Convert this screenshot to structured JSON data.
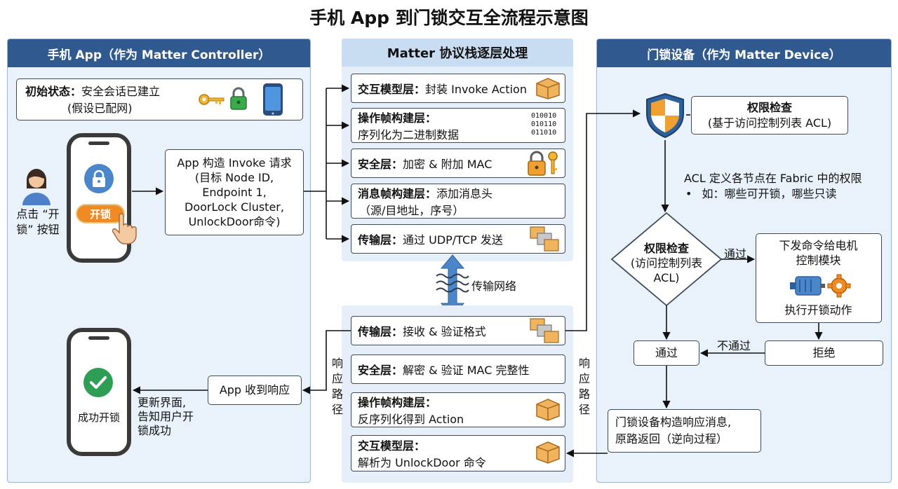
{
  "title": "手机 App 到门锁交互全流程示意图",
  "left_panel": {
    "header": "手机 App（作为 Matter Controller）",
    "initial_state_label": "初始状态：",
    "initial_state_text": "安全会话已建立",
    "initial_state_note": "(假设已配网)",
    "user_caption_1": "点击 “开",
    "user_caption_2": "锁” 按钮",
    "unlock_button": "开锁",
    "invoke_lines": [
      "App 构造 Invoke 请求",
      "(目标 Node ID,",
      "Endpoint 1,",
      "DoorLock Cluster,",
      "UnlockDoor命令)"
    ],
    "success_text": "成功开锁",
    "response_box": "App 收到响应",
    "update_ui_lines": [
      "更新界面,",
      "告知用户开",
      "锁成功"
    ]
  },
  "middle_panel": {
    "header": "Matter 协议栈逐层处理",
    "send_layers": [
      {
        "name": "交互模型层：",
        "desc": "封装 Invoke Action"
      },
      {
        "name": "操作帧构建层：",
        "desc": "序列化为二进制数据"
      },
      {
        "name": "安全层：",
        "desc": "加密 & 附加 MAC"
      },
      {
        "name": "消息帧构建层：",
        "desc": "添加消息头",
        "desc2": "（源/目地址，序号）"
      },
      {
        "name": "传输层：",
        "desc": "通过 UDP/TCP 发送"
      }
    ],
    "binary_lines": [
      "010010",
      "010110",
      "011010"
    ],
    "network_label": "传输网络",
    "receive_layers": [
      {
        "name": "传输层：",
        "desc": "接收 & 验证格式"
      },
      {
        "name": "安全层：",
        "desc": "解密 & 验证 MAC 完整性"
      },
      {
        "name": "操作帧构建层：",
        "desc": "反序列化得到 Action"
      },
      {
        "name": "交互模型层：",
        "desc": "解析为 UnlockDoor 命令"
      }
    ],
    "response_path_left": [
      "响",
      "应",
      "路",
      "径"
    ],
    "response_path_right": [
      "响",
      "应",
      "路",
      "径"
    ]
  },
  "right_panel": {
    "header": "门锁设备（作为 Matter Device）",
    "acl_title": "权限检查",
    "acl_subtitle": "(基于访问控制列表 ACL)",
    "acl_note": "ACL 定义各节点在 Fabric 中的权限",
    "acl_bullet": "•",
    "acl_bullet_text": "如：哪些可开锁，哪些只读",
    "diamond_lines": [
      "权限检查",
      "(访问控制列表",
      "ACL)"
    ],
    "pass_label": "通过",
    "motor_lines": [
      "下发命令给电机",
      "控制模块"
    ],
    "motor_action": "执行开锁动作",
    "fail_label": "不通过",
    "reject_box": "拒绝",
    "pass_box": "通过",
    "response_lines": [
      "门锁设备构造响应消息,",
      "原路返回（逆向过程）"
    ]
  },
  "colors": {
    "header_blue": "#30598f",
    "panel_bg": "#e9f2fb",
    "middle_head": "#c9ddf2",
    "accent_blue": "#4a86c9",
    "success_green": "#2f9e55",
    "unlock_orange": "#f08a24",
    "shield_orange": "#f0a030"
  }
}
